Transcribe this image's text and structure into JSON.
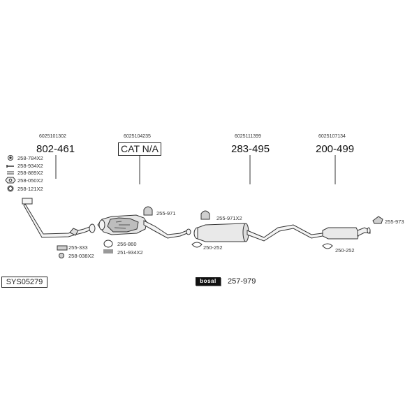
{
  "system_code": "SYS05279",
  "brand": "bosal",
  "brand_part": "257-979",
  "sections": [
    {
      "ref": "6025101302",
      "part": "802-461"
    },
    {
      "ref": "6025104235",
      "part": "CAT N/A"
    },
    {
      "ref": "6025111399",
      "part": "283-495"
    },
    {
      "ref": "6025107134",
      "part": "200-499"
    }
  ],
  "fittings_front": [
    "258-784X2",
    "258-934X2",
    "258-889X2",
    "258-050X2",
    "258-121X2"
  ],
  "parts_under": {
    "p1": "255-333",
    "p2": "258-038X2",
    "p3": "256-860",
    "p4": "251-934X2"
  },
  "hangers": {
    "h1": "255-971",
    "h2": "255-971X2",
    "h3": "255-973"
  },
  "clamps": {
    "c1": "250-252",
    "c2": "250-252"
  },
  "icons": [
    "washer-icon",
    "bolt-icon",
    "spring-icon",
    "nut-icon",
    "ring-icon",
    "rubber-hanger-icon",
    "clamp-icon",
    "bosal-logo"
  ]
}
